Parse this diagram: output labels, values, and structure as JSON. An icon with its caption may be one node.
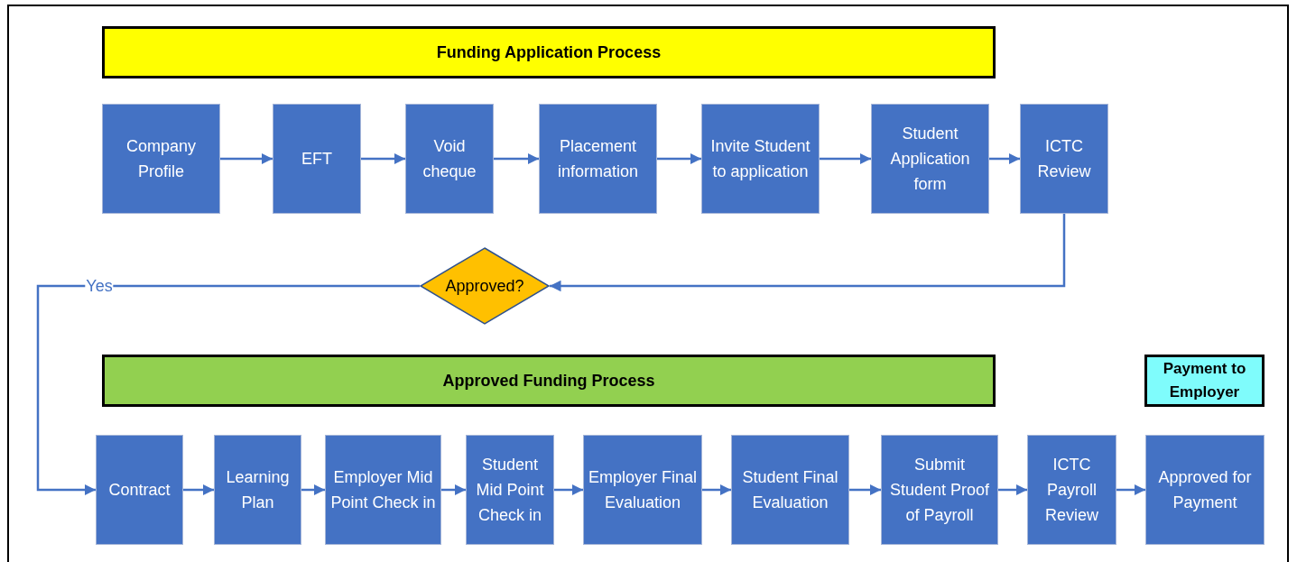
{
  "diagram": {
    "nodes": [
      {
        "text": [
          "Funding Application Process"
        ]
      },
      {
        "text": [
          "Company Profile"
        ]
      },
      {
        "text": [
          "EFT"
        ]
      },
      {
        "text": [
          "Void cheque"
        ]
      },
      {
        "text": [
          "Placement information"
        ]
      },
      {
        "text": [
          "Invite Student to application"
        ]
      },
      {
        "text": [
          "Student Application form"
        ]
      },
      {
        "text": [
          "ICTC Review"
        ]
      },
      {
        "text": [
          "Approved?"
        ]
      },
      {
        "text": [
          "Approved Funding Process"
        ]
      },
      {
        "text": [
          "Payment to Employer"
        ]
      },
      {
        "text": [
          "Contract"
        ]
      },
      {
        "text": [
          "Learning Plan"
        ]
      },
      {
        "text": [
          "Employer Mid Point Check in"
        ]
      },
      {
        "text": [
          "Student Mid Point Check in"
        ]
      },
      {
        "text": [
          "Employer Final Evaluation"
        ]
      },
      {
        "text": [
          "Student Final Evaluation"
        ]
      },
      {
        "text": [
          "Submit Student Proof of Payroll"
        ]
      },
      {
        "text": [
          "ICTC Payroll Review"
        ]
      },
      {
        "text": [
          "Approved for Payment"
        ]
      }
    ],
    "edges": [
      {
        "from": 1,
        "to": 2,
        "arrow": "to"
      },
      {
        "from": 2,
        "to": 3,
        "arrow": "to"
      },
      {
        "from": 3,
        "to": 4,
        "arrow": "to"
      },
      {
        "from": 4,
        "to": 5,
        "arrow": "to"
      },
      {
        "from": 5,
        "to": 6,
        "arrow": "to"
      },
      {
        "from": 6,
        "to": 7,
        "arrow": "to"
      },
      {
        "from": 7,
        "to": 8,
        "arrow": "to"
      },
      {
        "from": 8,
        "to": 11,
        "arrow": "to",
        "label": "Yes"
      },
      {
        "from": 11,
        "to": 12,
        "arrow": "to"
      },
      {
        "from": 12,
        "to": 13,
        "arrow": "to"
      },
      {
        "from": 13,
        "to": 14,
        "arrow": "to"
      },
      {
        "from": 14,
        "to": 15,
        "arrow": "to"
      },
      {
        "from": 15,
        "to": 16,
        "arrow": "to"
      },
      {
        "from": 16,
        "to": 17,
        "arrow": "to"
      },
      {
        "from": 17,
        "to": 18,
        "arrow": "to"
      },
      {
        "from": 18,
        "to": 19,
        "arrow": "to"
      }
    ]
  }
}
